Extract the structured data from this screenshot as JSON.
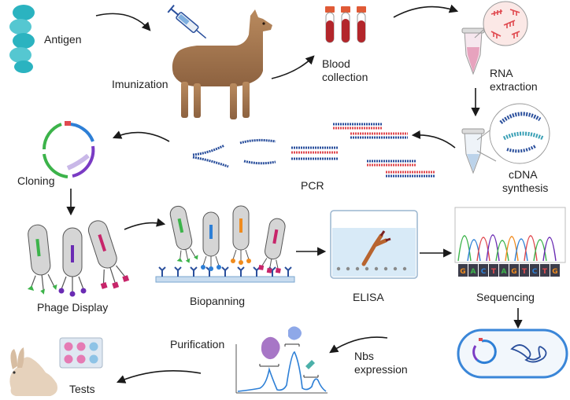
{
  "steps": {
    "antigen": "Antigen",
    "immunization": "Imunization",
    "blood_collection_1": "Blood",
    "blood_collection_2": "collection",
    "rna_extraction_1": "RNA",
    "rna_extraction_2": "extraction",
    "cdna_synthesis_1": "cDNA",
    "cdna_synthesis_2": "synthesis",
    "pcr": "PCR",
    "cloning": "Cloning",
    "phage_display": "Phage Display",
    "biopanning": "Biopanning",
    "elisa": "ELISA",
    "sequencing": "Sequencing",
    "nbs_expression_1": "Nbs",
    "nbs_expression_2": "expression",
    "purification": "Purification",
    "tests": "Tests"
  },
  "sequence_letters": [
    "G",
    "A",
    "C",
    "T",
    "A",
    "G",
    "T",
    "C",
    "T",
    "G"
  ],
  "colors": {
    "antigen": "#2bb3c0",
    "llama": "#a9784f",
    "blood": "#b3262b",
    "tube_pink": "#e7a3be",
    "dna_blue": "#2a4f9c",
    "dna_red": "#e0494f",
    "arrow": "#1a1a1a",
    "phage_body": "#c9c9c9",
    "plate": "#c9dcef",
    "well_pink": "#e57bb4",
    "well_blue": "#8ec3e6",
    "cell_border": "#3a86d8"
  }
}
